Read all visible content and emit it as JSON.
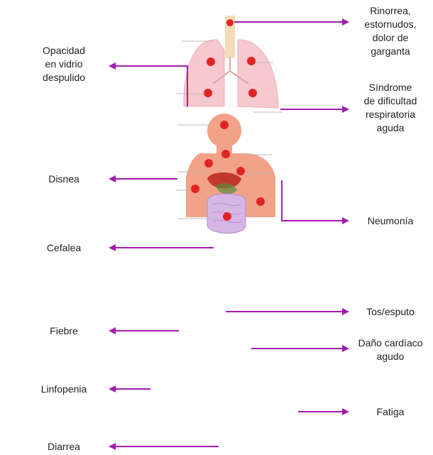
{
  "colors": {
    "arrow": "#a21caf",
    "organ_fill": "#f6c9cf",
    "body_fill": "#f2a288",
    "dot": "#e02424",
    "trachea": "#f3dcb8",
    "liver": "#c0392b",
    "intestine": "#d7b6e6"
  },
  "symptoms": {
    "opacidad": "Opacidad\nen vidrio\ndespulido",
    "rinorrea": "Rinorrea,\nestornudos,\ndolor de\ngarganta",
    "sindrome": "Síndrome\nde dificultad\nrespiratoria\naguda",
    "disnea": "Disnea",
    "neumonia": "Neumonía",
    "cefalea": "Cefalea",
    "tos": "Tos/esputo",
    "fiebre": "Fiebre",
    "dano": "Daño cardíaco\nagudo",
    "linfopenia": "Linfopenia",
    "fatiga": "Fatiga",
    "diarrea": "Diarrea"
  },
  "icons": {
    "lungs": "lungs-icon",
    "torso": "human-torso-icon"
  }
}
